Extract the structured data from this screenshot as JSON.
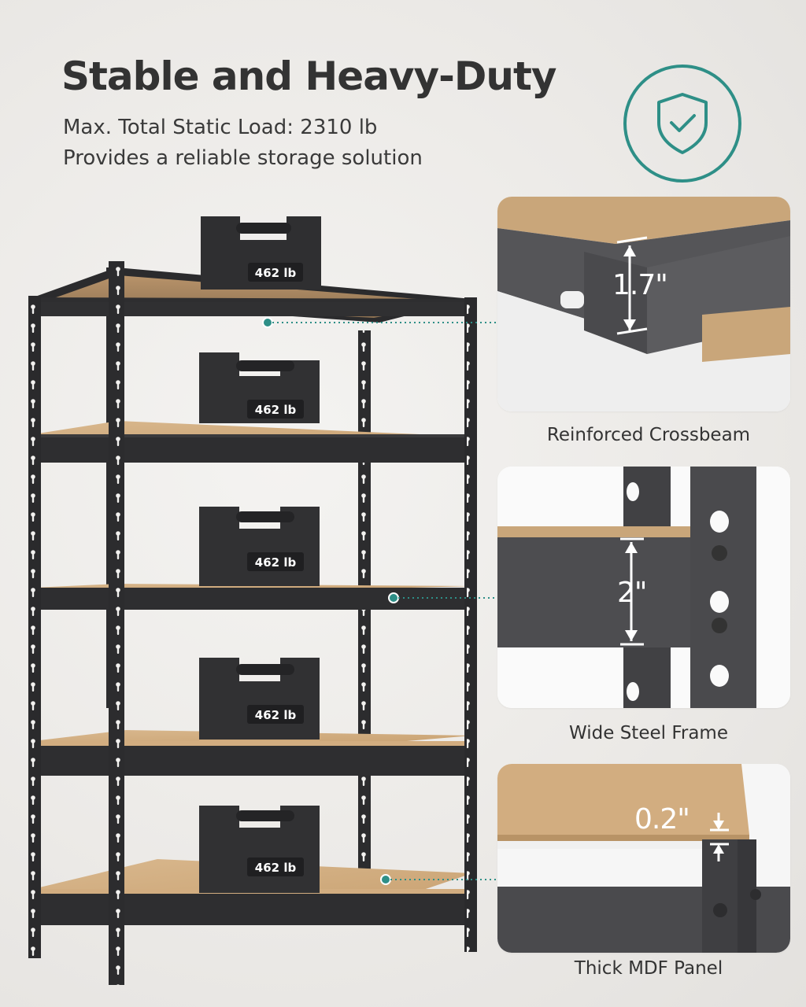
{
  "headline": "Stable and Heavy-Duty",
  "subtitle_line1": "Max. Total Static Load: 2310 lb",
  "subtitle_line2": "Provides a reliable storage solution",
  "badge_icon": "shield-check-icon",
  "colors": {
    "accent_teal": "#2e8f87",
    "frame": "#2f2f31",
    "mdf": "#d2ad80"
  },
  "weights": [
    "462 lb",
    "462 lb",
    "462 lb",
    "462 lb",
    "462 lb"
  ],
  "details": [
    {
      "caption": "Reinforced Crossbeam",
      "dimension": "1.7\""
    },
    {
      "caption": "Wide Steel Frame",
      "dimension": "2\""
    },
    {
      "caption": "Thick MDF Panel",
      "dimension": "0.2\""
    }
  ]
}
